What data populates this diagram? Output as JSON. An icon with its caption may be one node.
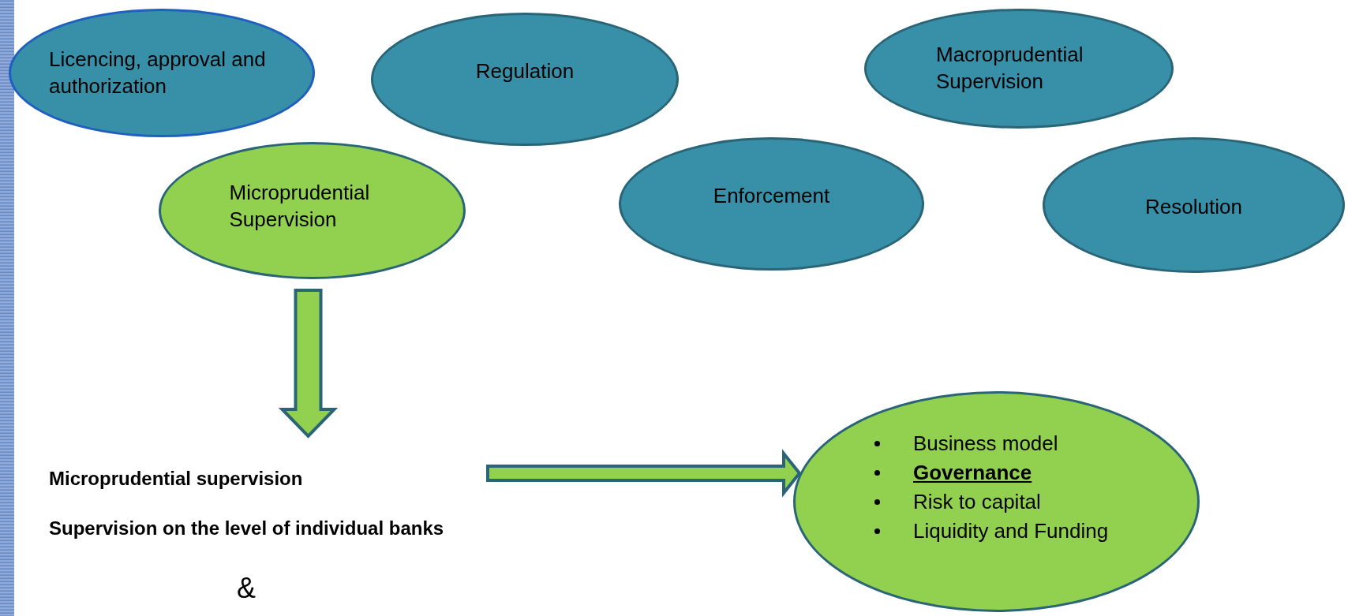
{
  "diagram": {
    "nodes": [
      {
        "text": [
          "Licencing, approval and authorization"
        ]
      },
      {
        "text": [
          "Regulation"
        ]
      },
      {
        "text": [
          "Macroprudential Supervision"
        ]
      },
      {
        "text": [
          "Microprudential Supervision"
        ]
      },
      {
        "text": [
          "Enforcement"
        ]
      },
      {
        "text": [
          "Resolution"
        ]
      },
      {
        "text": [
          "Microprudential supervision"
        ]
      },
      {
        "text": [
          "Business model",
          "**Governance**",
          "Risk to capital",
          "Liquidity and Funding"
        ]
      }
    ],
    "edges": [
      {
        "from": 3,
        "to": 6,
        "arrow": "to",
        "style": "thick"
      },
      {
        "from": 6,
        "to": 7,
        "arrow": "to",
        "style": "thick"
      }
    ],
    "labels": [
      "Supervision on the level of individual banks",
      "&"
    ]
  }
}
